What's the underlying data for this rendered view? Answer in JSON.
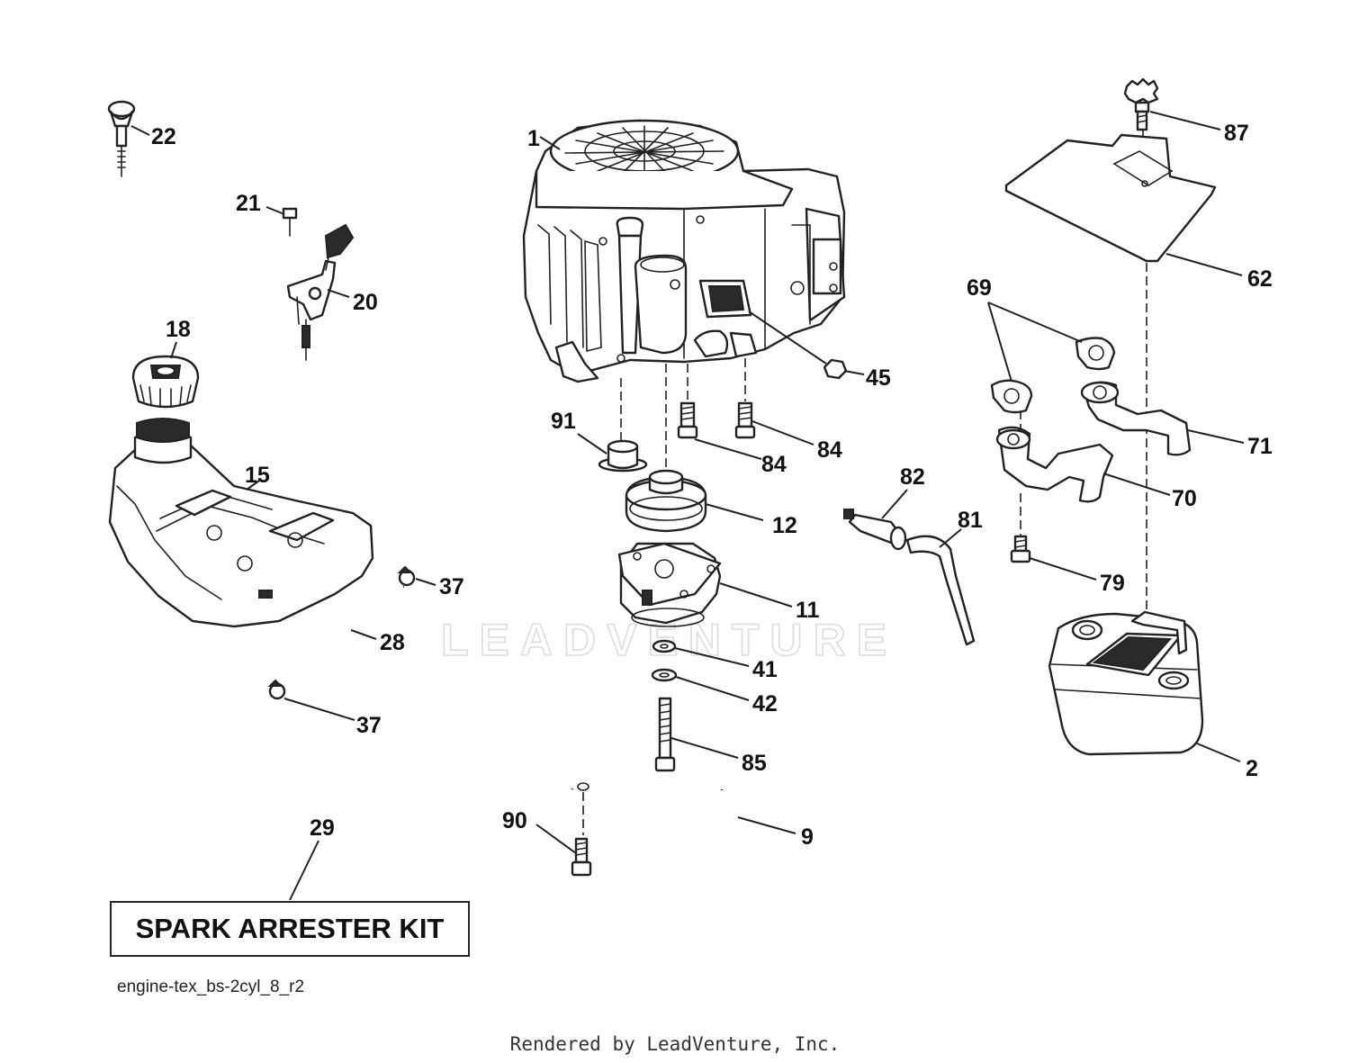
{
  "diagram": {
    "code": "engine-tex_bs-2cyl_8_r2",
    "watermark": "LEADVENTURE",
    "footer": "Rendered by LeadVenture, Inc.",
    "kit_label": "SPARK ARRESTER KIT",
    "callouts": {
      "c1": "1",
      "c2": "2",
      "c9": "9",
      "c11": "11",
      "c12": "12",
      "c15": "15",
      "c18": "18",
      "c20": "20",
      "c21": "21",
      "c22": "22",
      "c28": "28",
      "c29": "29",
      "c37a": "37",
      "c37b": "37",
      "c41": "41",
      "c42": "42",
      "c45": "45",
      "c62": "62",
      "c69": "69",
      "c70": "70",
      "c71": "71",
      "c79": "79",
      "c81": "81",
      "c82": "82",
      "c84a": "84",
      "c84b": "84",
      "c85": "85",
      "c87": "87",
      "c90": "90",
      "c91": "91"
    }
  }
}
